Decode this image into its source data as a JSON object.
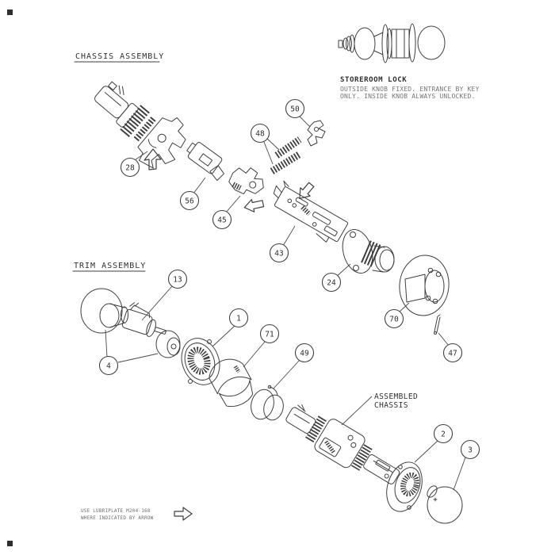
{
  "page": {
    "background": "#ffffff",
    "ink_color": "#3f3f3f",
    "text_color": "#2f2f2f",
    "muted_text_color": "#757575"
  },
  "sections": {
    "chassis_assembly_title": "CHASSIS ASSEMBLY",
    "trim_assembly_title": "TRIM ASSEMBLY"
  },
  "storeroom_lock": {
    "title": "STOREROOM LOCK",
    "description_line1": "OUTSIDE KNOB FIXED. ENTRANCE BY KEY",
    "description_line2": "ONLY. INSIDE KNOB ALWAYS UNLOCKED."
  },
  "assembled_chassis_label": {
    "line1": "ASSEMBLED",
    "line2": "CHASSIS"
  },
  "lubrication_note": {
    "line1": "USE LUBRIPLATE M204-168",
    "line2": "WHERE INDICATED BY ARROW"
  },
  "callouts": [
    {
      "label": "28",
      "part": "chassis-lock-unit"
    },
    {
      "label": "56",
      "part": "spindle-sleeve"
    },
    {
      "label": "45",
      "part": "retractor"
    },
    {
      "label": "48",
      "part": "return-springs"
    },
    {
      "label": "50",
      "part": "locking-clip"
    },
    {
      "label": "43",
      "part": "frame-slide"
    },
    {
      "label": "24",
      "part": "hub-flange"
    },
    {
      "label": "13",
      "part": "lock-cylinder"
    },
    {
      "label": "4",
      "part": "inside-knob"
    },
    {
      "label": "1",
      "part": "rose-insert"
    },
    {
      "label": "71",
      "part": "spring-cage"
    },
    {
      "label": "49",
      "part": "coil-spring"
    },
    {
      "label": "70",
      "part": "housing-cover"
    },
    {
      "label": "47",
      "part": "retaining-pin"
    },
    {
      "label": "2",
      "part": "outside-rose"
    },
    {
      "label": "3",
      "part": "outside-knob"
    }
  ]
}
